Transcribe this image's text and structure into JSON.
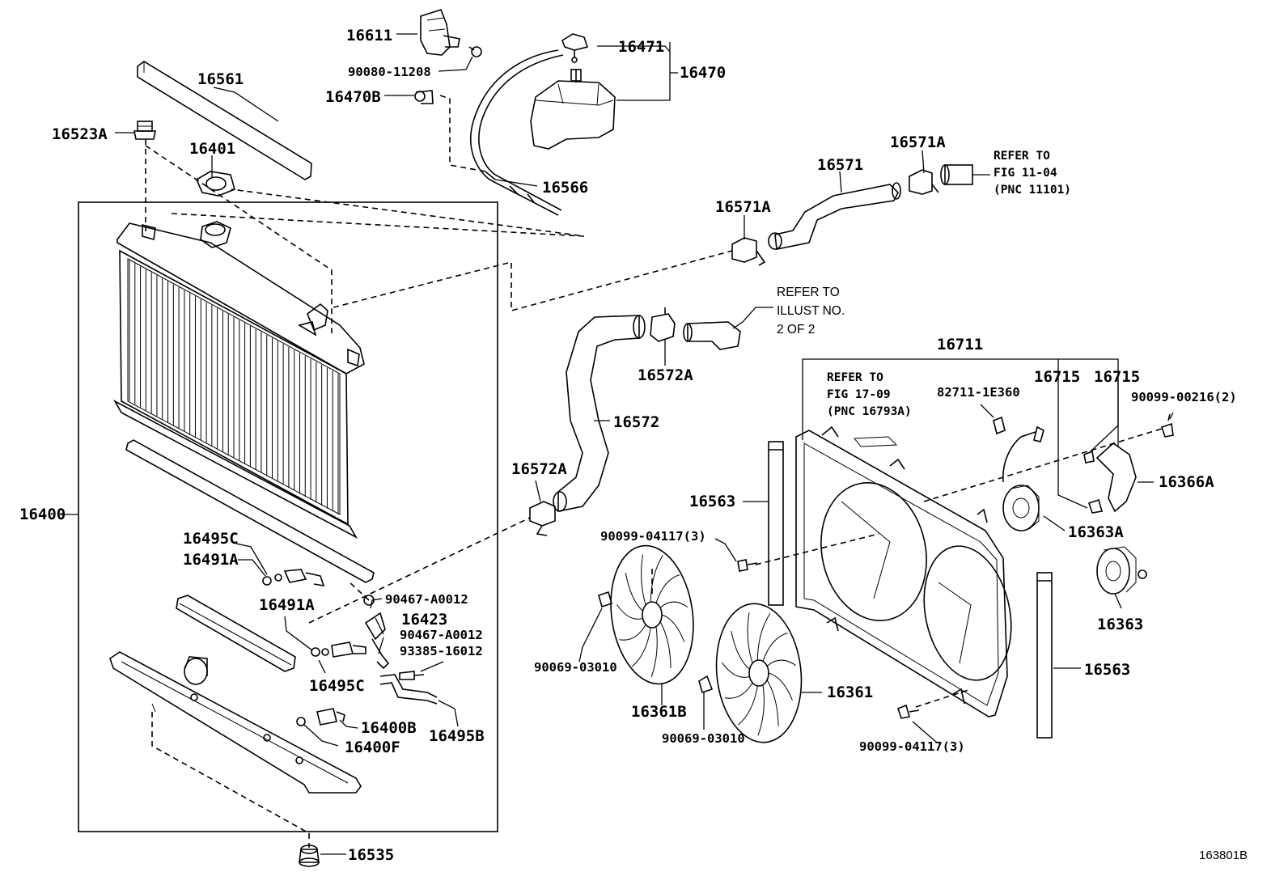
{
  "figure_id": "163801B",
  "labels": {
    "p16611": "16611",
    "p90080": "90080-11208",
    "p16471": "16471",
    "p16470": "16470",
    "p16561": "16561",
    "p16470B": "16470B",
    "p16523A": "16523A",
    "p16401": "16401",
    "p16566": "16566",
    "p16571": "16571",
    "p16571A_top": "16571A",
    "p16571A_left": "16571A",
    "p16572A_upper": "16572A",
    "p16711": "16711",
    "p16715_a": "16715",
    "p16715_b": "16715",
    "p82711": "82711-1E360",
    "p90099_00216": "90099-00216(2)",
    "p16572": "16572",
    "p16366A": "16366A",
    "p16563_left": "16563",
    "p16572A_lower": "16572A",
    "p16363A": "16363A",
    "p16400": "16400",
    "p16495C_top": "16495C",
    "p16491A_top": "16491A",
    "p90099_04117_top": "90099-04117(3)",
    "p16363": "16363",
    "p90467_a": "90467-A0012",
    "p16491A_mid": "16491A",
    "p16423": "16423",
    "p90467_b": "90467-A0012",
    "p93385": "93385-16012",
    "p90069_left": "90069-03010",
    "p16563_right": "16563",
    "p16495C_bot": "16495C",
    "p16361": "16361",
    "p16361B": "16361B",
    "p16400B": "16400B",
    "p16495B": "16495B",
    "p90069_bot": "90069-03010",
    "p16400F": "16400F",
    "p90099_04117_bot": "90099-04117(3)",
    "p16535": "16535"
  },
  "references": {
    "fig1104": {
      "line1": "REFER TO",
      "line2": "FIG 11-04",
      "line3": "(PNC 11101)"
    },
    "illust": {
      "line1": "REFER TO",
      "line2": "ILLUST NO.",
      "line3": "2 OF 2"
    },
    "fig1709": {
      "line1": "REFER TO",
      "line2": "FIG 17-09",
      "line3": "(PNC 16793A)"
    }
  }
}
